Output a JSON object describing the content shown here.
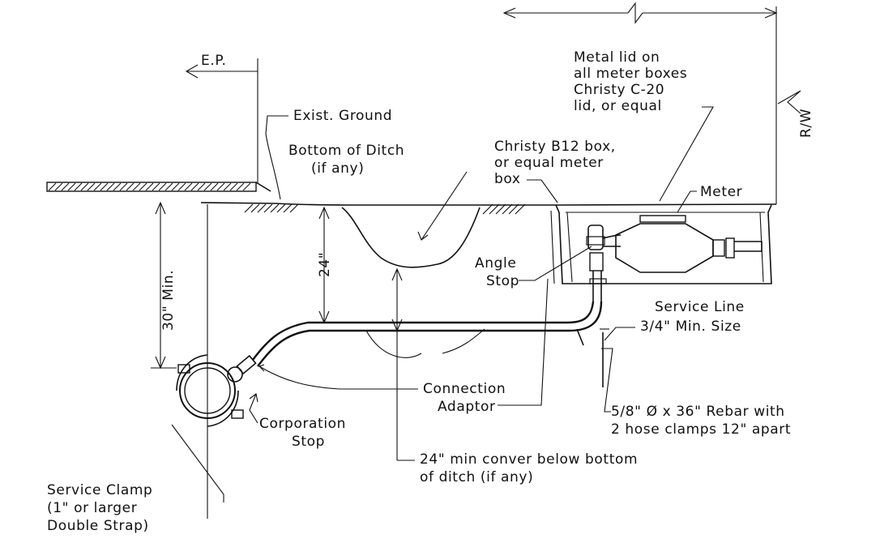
{
  "labels": {
    "ep": "E.P.",
    "exist_ground": "Exist. Ground",
    "ditch_line1": "Bottom of Ditch",
    "ditch_line2": "(if any)",
    "box_line1": "Christy B12 box,",
    "box_line2": "or equal meter",
    "box_line3": "box",
    "lid_line1": "Metal lid on",
    "lid_line2": "all meter boxes",
    "lid_line3": "Christy C-20",
    "lid_line4": "lid, or equal",
    "meter": "Meter",
    "rw": "R/W",
    "min30": "30\" Min.",
    "dim24": "24\"",
    "angle_line1": "Angle",
    "angle_line2": "Stop",
    "service_line1": "Service Line",
    "service_line2": "3/4\" Min. Size",
    "connection_line1": "Connection",
    "connection_line2": "Adaptor",
    "corp_line1": "Corporation",
    "corp_line2": "Stop",
    "rebar_line1": "5/8\" Ø x 36\" Rebar with",
    "rebar_line2": "2 hose clamps 12\" apart",
    "cover_line1": "24\" min conver below bottom",
    "cover_line2": "of ditch (if any)",
    "clamp_line1": "Service Clamp",
    "clamp_line2": "(1\" or larger",
    "clamp_line3": "Double Strap)"
  }
}
